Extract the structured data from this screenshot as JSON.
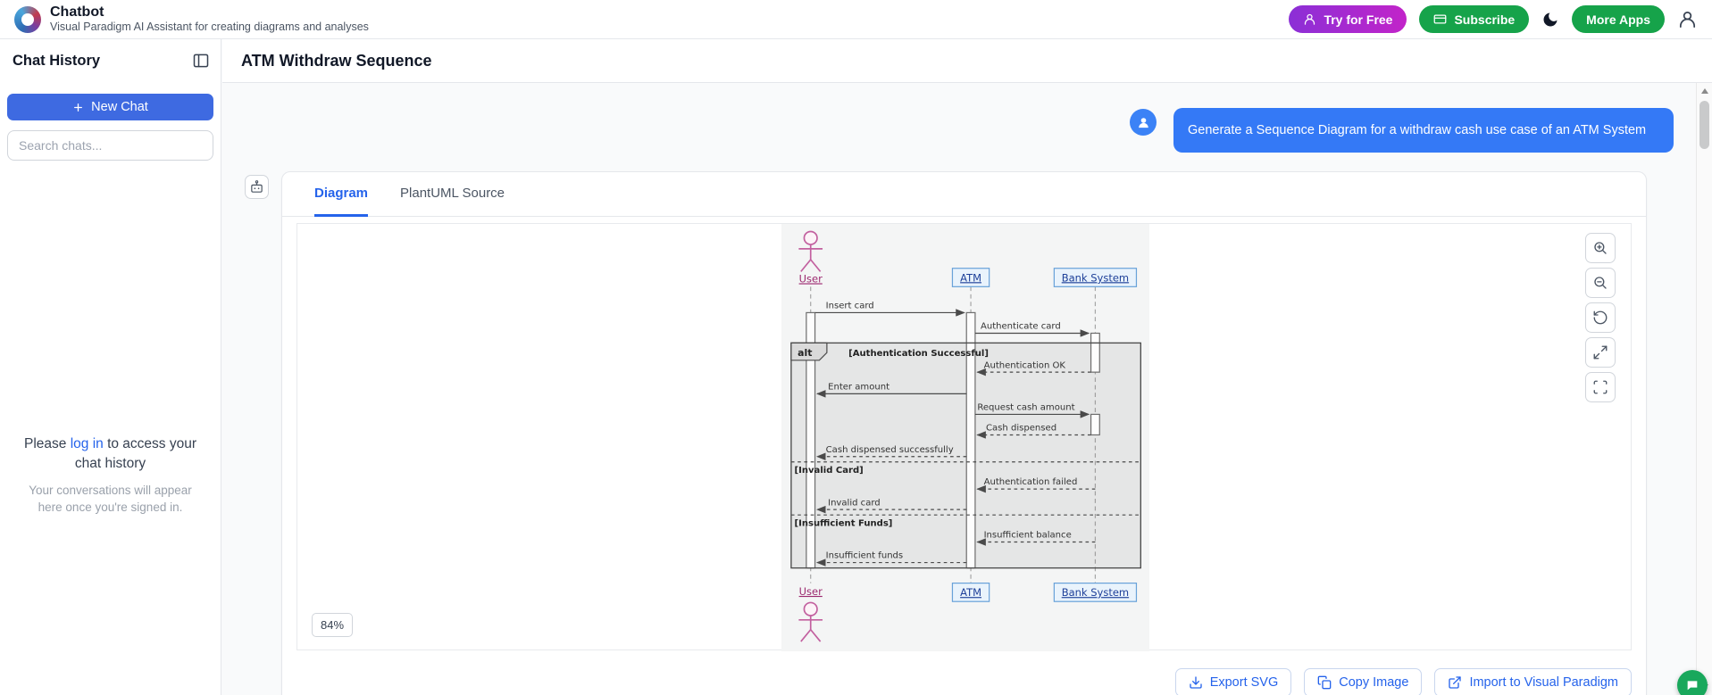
{
  "header": {
    "app_title": "Chatbot",
    "app_subtitle": "Visual Paradigm AI Assistant for creating diagrams and analyses",
    "buttons": {
      "try_free": "Try for Free",
      "subscribe": "Subscribe",
      "more_apps": "More Apps"
    }
  },
  "sidebar": {
    "title": "Chat History",
    "new_chat": "New Chat",
    "search_placeholder": "Search chats...",
    "login": {
      "pre": "Please",
      "link": "log in",
      "post": "to access your chat history",
      "hint": "Your conversations will appear here once you're signed in."
    }
  },
  "main": {
    "page_title": "ATM Withdraw Sequence",
    "user_message": "Generate a Sequence Diagram for a withdraw cash use case of an ATM System",
    "tabs": [
      {
        "label": "Diagram",
        "active": true
      },
      {
        "label": "PlantUML Source",
        "active": false
      }
    ],
    "zoom_badge": "84%",
    "actions": [
      {
        "label": "Export SVG"
      },
      {
        "label": "Copy Image"
      },
      {
        "label": "Import to Visual Paradigm"
      }
    ]
  },
  "diagram": {
    "actors": [
      "User",
      "ATM",
      "Bank System"
    ],
    "fragment": {
      "operator": "alt",
      "guards": [
        "[Authentication Successful]",
        "[Invalid Card]",
        "[Insufficient Funds]"
      ]
    },
    "messages": [
      "Insert card",
      "Authenticate card",
      "Authentication OK",
      "Enter amount",
      "Request cash amount",
      "Cash dispensed",
      "Cash dispensed successfully",
      "Authentication failed",
      "Invalid card",
      "Insufficient balance",
      "Insufficient funds"
    ]
  },
  "colors": {
    "accent_blue": "#2563eb",
    "bubble_blue": "#3479f6",
    "green": "#16a34a",
    "purple_gradient": "#8b2fd6",
    "actor_pink": "#c2609f"
  }
}
